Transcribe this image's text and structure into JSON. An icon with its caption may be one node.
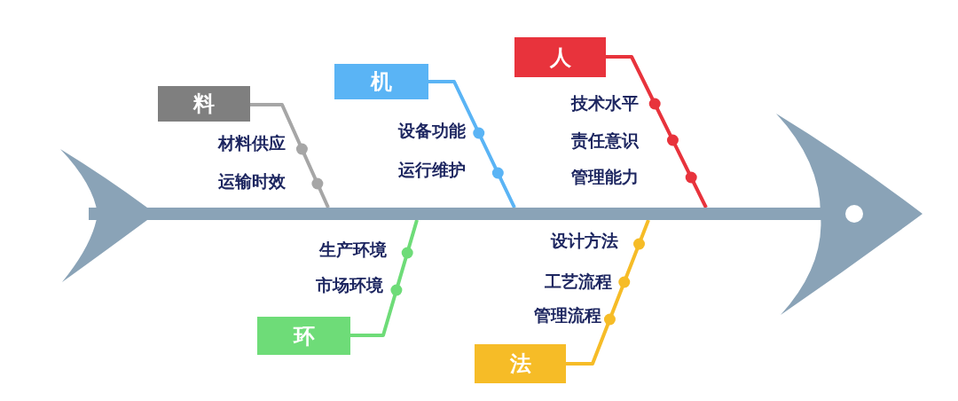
{
  "diagram": {
    "nodes": [
      {
        "text": [
          "料"
        ]
      },
      {
        "text": [
          "机"
        ]
      },
      {
        "text": [
          "人"
        ]
      },
      {
        "text": [
          "环"
        ]
      },
      {
        "text": [
          "法"
        ]
      },
      {
        "text": [],
        "shape": "bar"
      }
    ],
    "edges": [
      {
        "from": 0,
        "to": 5,
        "arrow": "none",
        "color": "#a6a6a6"
      },
      {
        "from": 1,
        "to": 5,
        "arrow": "none",
        "color": "#5ab4f5"
      },
      {
        "from": 2,
        "to": 5,
        "arrow": "none",
        "color": "#e8333c"
      },
      {
        "from": 3,
        "to": 5,
        "arrow": "none",
        "color": "#6edc78"
      },
      {
        "from": 4,
        "to": 5,
        "arrow": "none",
        "color": "#f6bc27"
      }
    ],
    "labels": [
      "技术水平",
      "设备功能",
      "材料供应",
      "责任意识",
      "运输时效",
      "运行维护",
      "管理能力",
      "设计方法",
      "生产环境",
      "工艺流程",
      "市场环境",
      "管理流程"
    ]
  }
}
